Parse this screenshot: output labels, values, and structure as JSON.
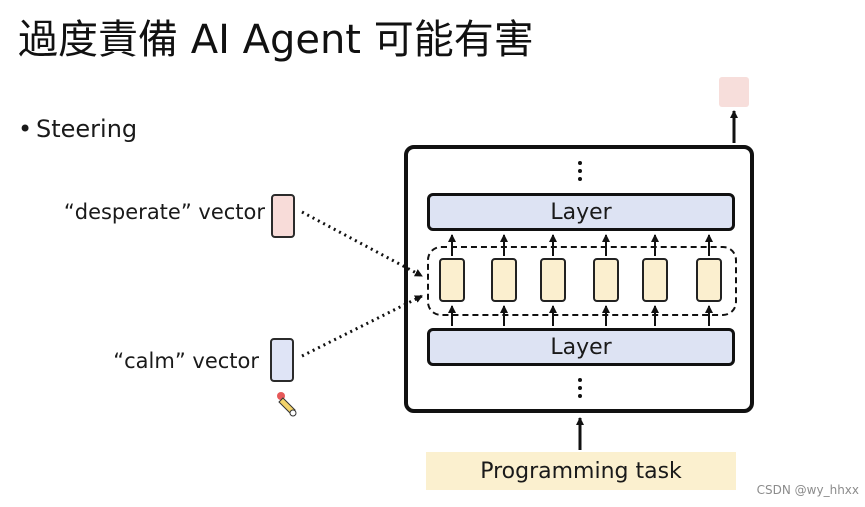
{
  "slide": {
    "title": "過度責備 AI Agent 可能有害",
    "bullet": "Steering"
  },
  "vectors": {
    "desperate_label": "“desperate” vector",
    "calm_label": "“calm” vector",
    "desperate_color": "#f8dcd9",
    "calm_color": "#dfe4f6"
  },
  "model": {
    "layers": [
      "Layer",
      "Layer"
    ],
    "token_count": 6,
    "input_label": "Programming task",
    "ellipsis": "⋮"
  },
  "colors": {
    "layer_fill": "#dde3f3",
    "token_fill": "#fbefcf",
    "task_fill": "#fbf0cf",
    "output_fill": "#f7dedb"
  },
  "watermark": "CSDN @wy_hhxx"
}
